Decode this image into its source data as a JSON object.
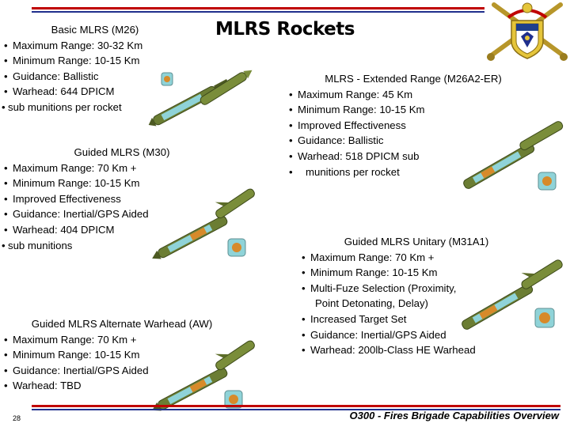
{
  "title": "MLRS Rockets",
  "blocks": {
    "m26": {
      "heading": "Basic MLRS (M26)",
      "items": [
        "Maximum Range: 30-32 Km",
        "Minimum Range:  10-15 Km",
        "Guidance: Ballistic",
        "Warhead: 644 DPICM",
        "sub munitions per rocket"
      ]
    },
    "m26a2": {
      "heading": "MLRS - Extended Range (M26A2-ER)",
      "items": [
        "Maximum Range: 45 Km",
        "Minimum Range:  10-15 Km",
        "Improved Effectiveness",
        "Guidance: Ballistic",
        "Warhead: 518 DPICM sub",
        "munitions per rocket"
      ]
    },
    "m30": {
      "heading": "Guided MLRS (M30)",
      "items": [
        "Maximum Range: 70 Km +",
        "Minimum Range:  10-15 Km",
        "Improved Effectiveness",
        "Guidance: Inertial/GPS Aided",
        "Warhead: 404 DPICM",
        "sub munitions"
      ]
    },
    "m31a1": {
      "heading": "Guided MLRS Unitary (M31A1)",
      "items": [
        "Maximum Range: 70 Km +",
        "Minimum Range:  10-15 Km",
        "Multi-Fuze Selection (Proximity,",
        "Point Detonating, Delay)",
        "Increased Target Set",
        "Guidance: Inertial/GPS Aided",
        "Warhead: 200lb-Class HE Warhead"
      ]
    },
    "aw": {
      "heading": "Guided MLRS Alternate Warhead (AW)",
      "items": [
        "Maximum Range: 70 Km +",
        "Minimum Range:  10-15 Km",
        "Guidance: Inertial/GPS Aided",
        "Warhead: TBD"
      ]
    }
  },
  "footer": {
    "page_number": "28",
    "course_title": "O300 - Fires Brigade Capabilities Overview"
  },
  "colors": {
    "rule_red": "#c00000",
    "rule_blue": "#1f2f8c",
    "rocket_green": "#6b7d33",
    "munition_cyan": "#8fd3d8",
    "munition_orange": "#d78a2a",
    "crest_gold": "#e5c53a"
  },
  "icons": {
    "crest": "branch-crest-icon",
    "rocket": "rocket-illustration"
  }
}
